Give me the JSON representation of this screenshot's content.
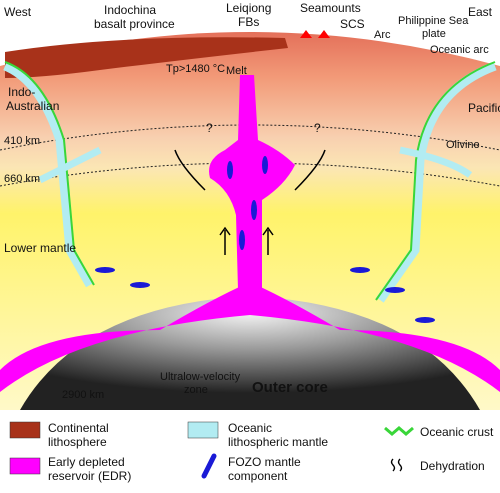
{
  "labels": {
    "west": "West",
    "east": "East",
    "indochina_1": "Indochina",
    "indochina_2": "basalt province",
    "leiqiong_1": "Leiqiong",
    "leiqiong_2": "FBs",
    "seamounts": "Seamounts",
    "scs": "SCS",
    "arc": "Arc",
    "philippine_1": "Philippine Sea",
    "philippine_2": "plate",
    "oceanic_arc": "Oceanic arc",
    "indo_1": "Indo-",
    "indo_2": "Australian",
    "pacific": "Pacific",
    "temp": "Tp>1480 °C",
    "melt": "Melt",
    "q_left": "?",
    "q_right": "?",
    "km410": "410 km",
    "km660": "660 km",
    "olivine": "Olivine",
    "lower_mantle": "Lower mantle",
    "km2900": "2900 km",
    "ulvz_1": "Ultralow-velocity",
    "ulvz_2": "zone",
    "outer_core": "Outer core"
  },
  "legend": {
    "continental_1": "Continental",
    "continental_2": "lithosphere",
    "oceanic_litho_1": "Oceanic",
    "oceanic_litho_2": "lithospheric mantle",
    "oceanic_crust": "Oceanic crust",
    "edr_1": "Early depleted",
    "edr_2": "reservoir (EDR)",
    "fozo_1": "FOZO mantle",
    "fozo_2": "component",
    "dehydration": "Dehydration"
  },
  "colors": {
    "continental": "#a8321a",
    "edr": "#ff00ff",
    "oceanic_litho": "#b2ecf2",
    "oceanic_crust": "#39d639",
    "fozo": "#1a1ad6",
    "lower_mantle": "#fff060",
    "upper_mantle": "#f2a27a",
    "core": "#444444"
  }
}
